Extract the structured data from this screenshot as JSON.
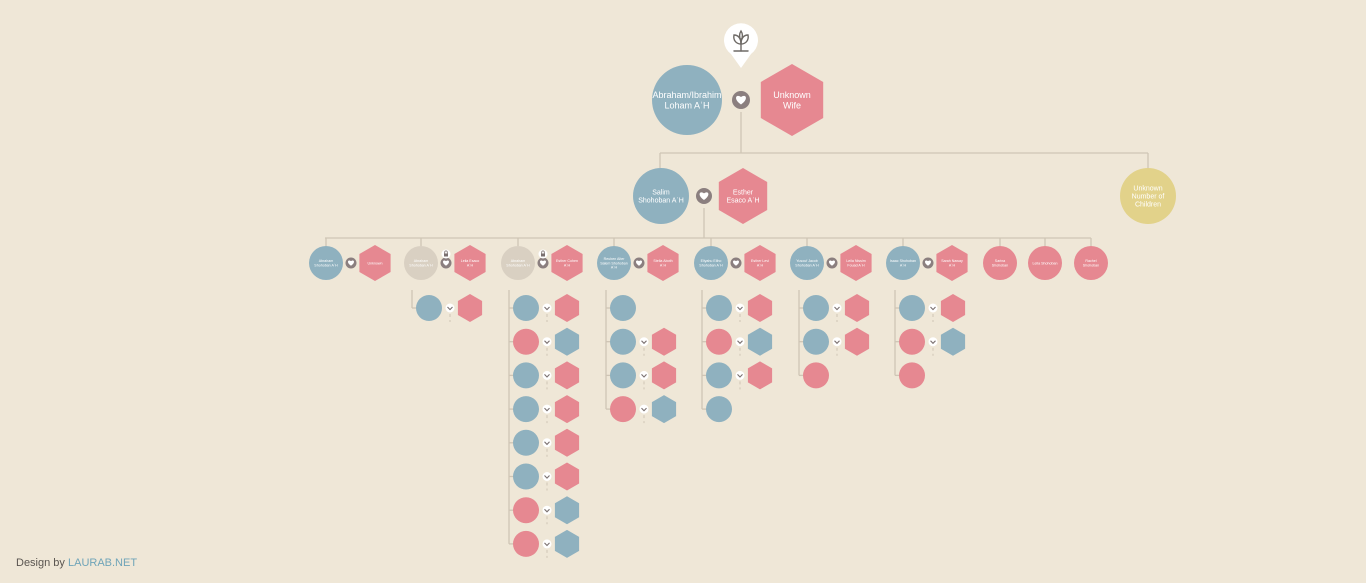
{
  "colors": {
    "background": "#efe7d7",
    "male": "#8fb1bf",
    "female": "#e68891",
    "unknown": "#d9d0c2",
    "group": "#e2d28a",
    "line": "#cfc5b5",
    "heart_badge": "#8b7f7f"
  },
  "icons": {
    "logo": "plant-sprout-icon",
    "marriage": "heart-icon",
    "expand": "chevron-down-icon",
    "lock": "lock-icon"
  },
  "root": {
    "husband": "Abraham/Ibrahim Loham AʿH",
    "wife": "Unknown Wife"
  },
  "gen2": {
    "husband": "Salim Shohoban AʿH",
    "wife": "Esther Esaco AʿH",
    "other": "Unknown Number of Children"
  },
  "gen3": [
    {
      "husband": "Abraham Shohoban AʿH",
      "wife": "Unknown"
    },
    {
      "husband": "Abraham Shohoban AʿH",
      "wife": "Leila Esaco AʿH"
    },
    {
      "husband": "Abraham Shohoban AʿH",
      "wife": "Esther Cohen AʿH"
    },
    {
      "husband": "Reuben Alter Salem Shohoban AʿH",
      "wife": "Stella Aboth AʿH"
    },
    {
      "husband": "Eliyahu Eliho Shohoban AʿH",
      "wife": "Esther Levi AʿH"
    },
    {
      "husband": "Yusouf Jacob Shohoban AʿH",
      "wife": "Leila Nissim Fouad AʿH"
    },
    {
      "husband": "Isaac Shohoban AʿH",
      "wife": "Sarah Naway AʿH"
    }
  ],
  "gen3_daughters": [
    "Sarina Shohoban",
    "Leila Shohoban",
    "Rachel Shohoban"
  ],
  "footer": {
    "prefix": "Design by",
    "link": "LAURAB.NET"
  }
}
